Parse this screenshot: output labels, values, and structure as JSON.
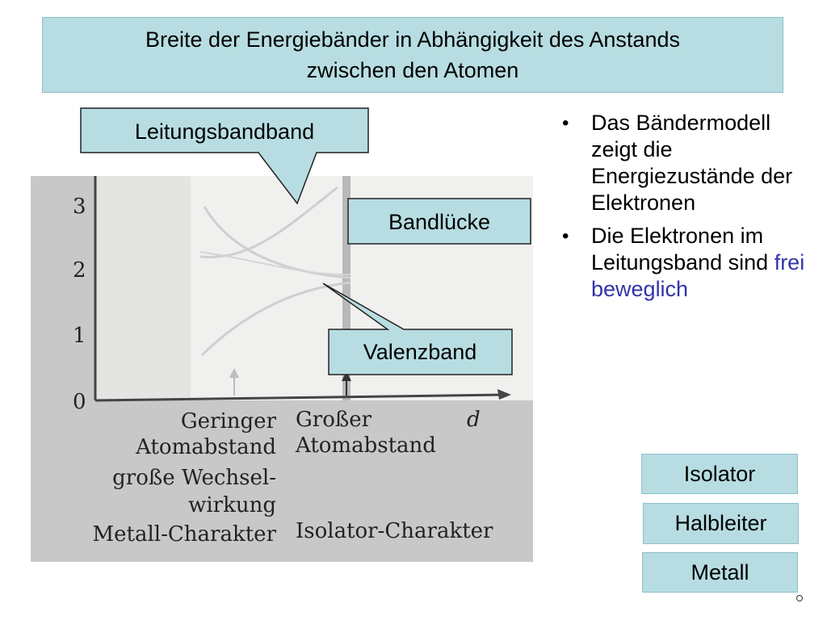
{
  "title": {
    "line1": "Breite der Energiebänder in Abhängigkeit des Anstands",
    "line2": "zwischen den Atomen"
  },
  "figure": {
    "y_ticks": [
      "0",
      "1",
      "2",
      "3"
    ],
    "x_axis_label": "d",
    "left_caption": [
      "Geringer",
      "Atomabstand",
      "große Wechsel-",
      "wirkung",
      "Metall-Charakter"
    ],
    "right_caption": [
      "Großer",
      "Atomabstand",
      "",
      "",
      "Isolator-Charakter"
    ]
  },
  "callouts": {
    "conduction": "Leitungsbandband",
    "gap": "Bandlücke",
    "valence": "Valenzband"
  },
  "bullets": {
    "item1": "Das Bändermodell zeigt die Energiezustände der Elektronen",
    "item2_prefix": "Die Elektronen im Leitungsband sind ",
    "item2_accent": "frei beweglich",
    "marker": "•"
  },
  "legend": {
    "isolator": "Isolator",
    "halbleiter": "Halbleiter",
    "metall": "Metall"
  },
  "colors": {
    "box_fill": "#b7dde2",
    "accent_text": "#3333aa",
    "page_gray": "#c8c8c8"
  }
}
